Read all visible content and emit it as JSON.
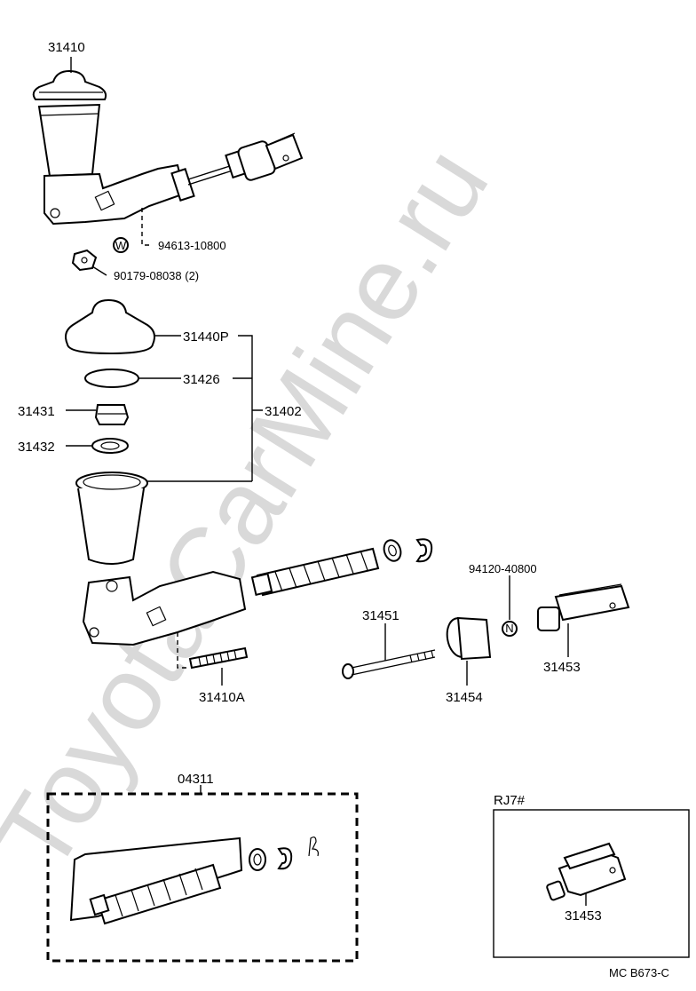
{
  "watermark": "ToyotaCarMine.ru",
  "labels": {
    "p31410": "31410",
    "p94613": "94613-10800",
    "p90179": "90179-08038 (2)",
    "p31440p": "31440P",
    "p31426": "31426",
    "p31402": "31402",
    "p31431": "31431",
    "p31432": "31432",
    "p94120": "94120-40800",
    "p31451": "31451",
    "p31453": "31453",
    "p31410a": "31410A",
    "p31454": "31454",
    "p04311": "04311",
    "rj7": "RJ7#",
    "p31453b": "31453",
    "code": "MC  B673-C",
    "w_marker": "W",
    "n_marker": "N"
  }
}
